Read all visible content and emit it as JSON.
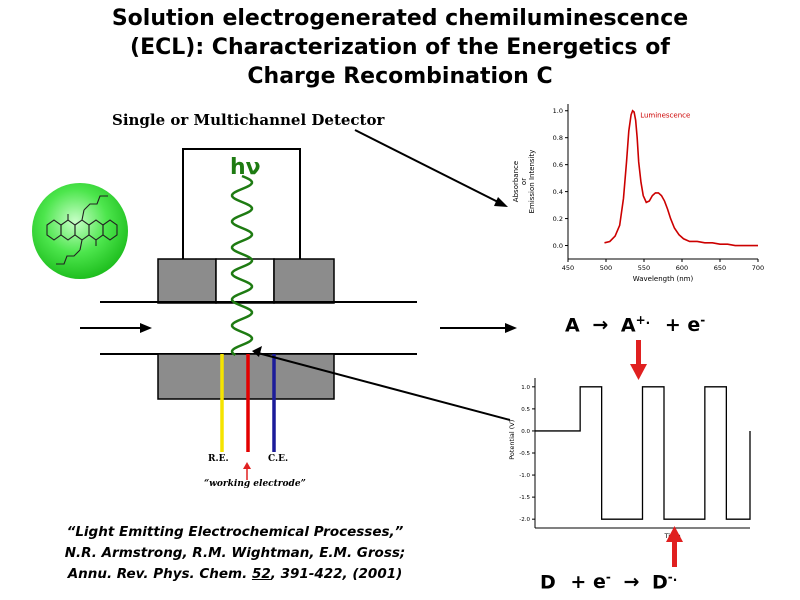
{
  "title": {
    "line1": "Solution electrogenerated chemiluminescence",
    "line2": "(ECL): Characterization of the Energetics of",
    "line3": "Charge Recombination  C"
  },
  "detector_label": "Single or Multichannel Detector",
  "hv_label": "hν",
  "electrodes": {
    "re": "R.E.",
    "ce": "C.E.",
    "working": "“working electrode”"
  },
  "citation": {
    "line1": "“Light Emitting Electrochemical Processes,”",
    "line2": "N.R. Armstrong, R.M. Wightman, E.M. Gross;",
    "line3_prefix": "Annu. Rev. Phys. Chem. ",
    "line3_volume": "52",
    "line3_suffix": ", 391-422, (2001)"
  },
  "equation_top": {
    "a": "A",
    "arrow": "→",
    "a_ion": "A",
    "a_charge": "+.",
    "plus": "+ e",
    "e_charge": "-"
  },
  "equation_bottom": {
    "d": "D",
    "plus": "+ e",
    "e_charge": "-",
    "arrow": "→",
    "d_ion": "D",
    "d_charge": "-."
  },
  "colors": {
    "re_wire": "#f5e400",
    "we_wire": "#e30000",
    "ce_wire": "#1c1c9a",
    "spectrum": "#cc0000",
    "coil": "#1e7b12",
    "molecule": "#33dd33",
    "block": "#8c8c8c",
    "red_arrow": "#e02020"
  },
  "chart_data": [
    {
      "type": "line",
      "title": "",
      "xlabel": "Wavelength (nm)",
      "ylabel_lines": [
        "Absorbance",
        "or",
        "Emission Intensity"
      ],
      "xlim": [
        450,
        700
      ],
      "ylim": [
        -0.1,
        1.05
      ],
      "x_ticks": [
        450,
        500,
        550,
        600,
        650,
        700
      ],
      "y_ticks": [
        0.0,
        0.2,
        0.4,
        0.6,
        0.8,
        1.0
      ],
      "x_tick_labels": [
        "450",
        "500",
        "550",
        "600",
        "650",
        "700"
      ],
      "y_tick_labels": [
        "0.0",
        "0.2",
        "0.4",
        "0.6",
        "0.8",
        "1.0"
      ],
      "series": [
        {
          "name": "Luminescence",
          "x": [
            498,
            505,
            512,
            518,
            523,
            527,
            530,
            533,
            535,
            537,
            539,
            541,
            543,
            546,
            549,
            553,
            557,
            561,
            565,
            569,
            573,
            577,
            581,
            585,
            590,
            596,
            602,
            610,
            620,
            630,
            640,
            650,
            660,
            670,
            680,
            690,
            700
          ],
          "y": [
            0.02,
            0.03,
            0.07,
            0.15,
            0.35,
            0.62,
            0.85,
            0.97,
            1.0,
            0.99,
            0.93,
            0.8,
            0.62,
            0.47,
            0.37,
            0.32,
            0.33,
            0.37,
            0.39,
            0.39,
            0.37,
            0.33,
            0.27,
            0.2,
            0.13,
            0.08,
            0.05,
            0.03,
            0.03,
            0.02,
            0.02,
            0.01,
            0.01,
            0.0,
            0.0,
            0.0,
            0.0
          ]
        }
      ]
    },
    {
      "type": "line",
      "title": "",
      "xlabel": "Time",
      "ylabel": "Potential (V)",
      "ylim": [
        -2.2,
        1.2
      ],
      "y_ticks": [
        1.0,
        0.5,
        0.0,
        -0.5,
        -1.0,
        -1.5,
        -2.0
      ],
      "y_tick_labels": [
        "1.0",
        "0.5",
        "0.0",
        "-0.5",
        "-1.0",
        "-1.5",
        "-2.0"
      ],
      "xlim": [
        0,
        10
      ],
      "series": [
        {
          "name": "",
          "x": [
            0,
            2.1,
            2.1,
            3.1,
            3.1,
            5.0,
            5.0,
            6.0,
            6.0,
            7.9,
            7.9,
            8.9,
            8.9,
            10.0,
            10.0
          ],
          "y": [
            0,
            0,
            1.0,
            1.0,
            -2.0,
            -2.0,
            1.0,
            1.0,
            -2.0,
            -2.0,
            1.0,
            1.0,
            -2.0,
            -2.0,
            0.0
          ]
        }
      ]
    }
  ]
}
